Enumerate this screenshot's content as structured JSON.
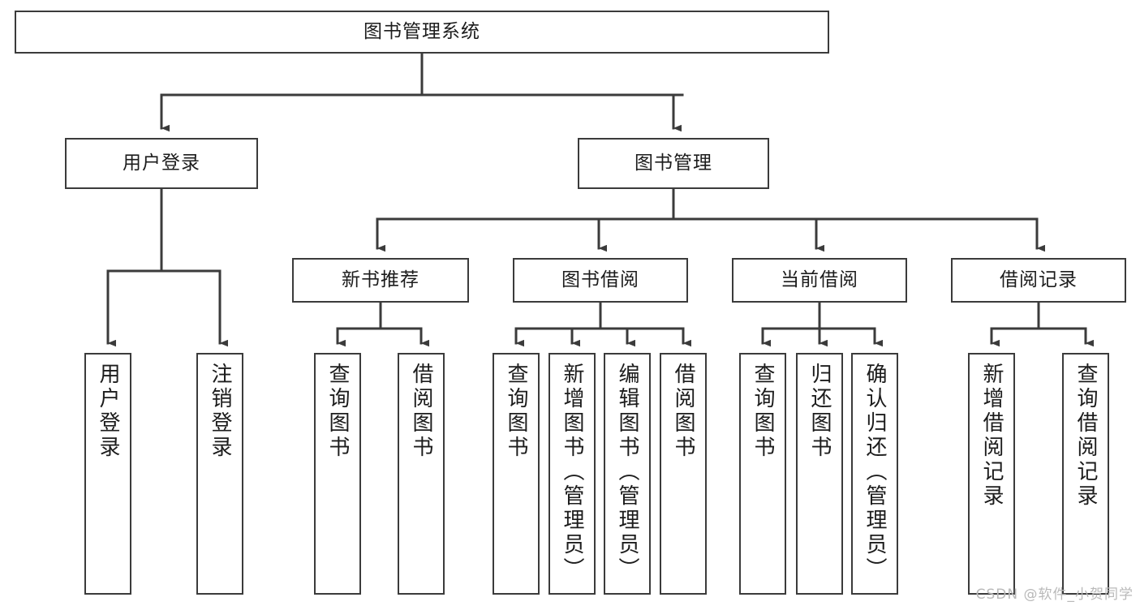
{
  "diagram": {
    "title": "图书管理系统",
    "type": "tree-hierarchy-diagram",
    "colors": {
      "box_border": "#3b3b3b",
      "box_fill": "#ffffff",
      "connector": "#3b3b3b",
      "text": "#1c1c1c",
      "watermark": "#b9b9b9",
      "background": "#ffffff"
    },
    "watermark": "CSDN @软件_小贺同学",
    "nodes": {
      "root": {
        "label": "图书管理系统"
      },
      "level1": [
        {
          "id": "user-login",
          "label": "用户登录"
        },
        {
          "id": "book-manage",
          "label": "图书管理"
        }
      ],
      "level2": [
        {
          "id": "new-book-recommend",
          "label": "新书推荐"
        },
        {
          "id": "book-borrow",
          "label": "图书借阅"
        },
        {
          "id": "current-borrow",
          "label": "当前借阅"
        },
        {
          "id": "borrow-record",
          "label": "借阅记录"
        }
      ],
      "leaves": {
        "user-login": [
          {
            "id": "leaf-user-login",
            "label": "用户登录"
          },
          {
            "id": "leaf-logout-login",
            "label": "注销登录"
          }
        ],
        "new-book-recommend": [
          {
            "id": "leaf-query-book-1",
            "label": "查询图书"
          },
          {
            "id": "leaf-borrow-book-1",
            "label": "借阅图书"
          }
        ],
        "book-borrow": [
          {
            "id": "leaf-query-book-2",
            "label": "查询图书"
          },
          {
            "id": "leaf-add-book-admin",
            "label": "新增图书（管理员）"
          },
          {
            "id": "leaf-edit-book-admin",
            "label": "编辑图书（管理员）"
          },
          {
            "id": "leaf-borrow-book-2",
            "label": "借阅图书"
          }
        ],
        "current-borrow": [
          {
            "id": "leaf-query-book-3",
            "label": "查询图书"
          },
          {
            "id": "leaf-return-book",
            "label": "归还图书"
          },
          {
            "id": "leaf-confirm-return-admin",
            "label": "确认归还（管理员）"
          }
        ],
        "borrow-record": [
          {
            "id": "leaf-add-borrow-record",
            "label": "新增借阅记录"
          },
          {
            "id": "leaf-query-borrow-record",
            "label": "查询借阅记录"
          }
        ]
      }
    }
  }
}
